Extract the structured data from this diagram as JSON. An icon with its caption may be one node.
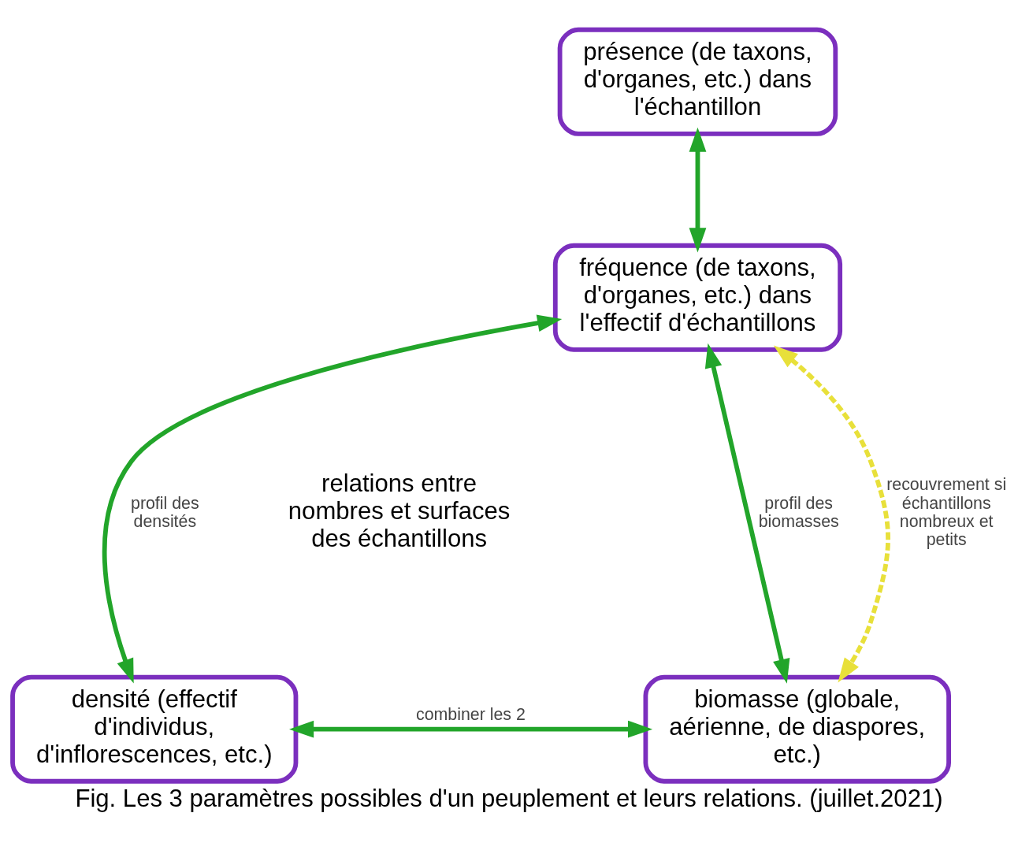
{
  "diagram": {
    "caption": "Fig. Les 3 paramètres possibles d'un peuplement et leurs relations. (juillet.2021)",
    "nodes": [
      {
        "text": [
          "présence (de taxons, d'organes, etc.) dans l'échantillon"
        ]
      },
      {
        "text": [
          "fréquence (de taxons, d'organes, etc.) dans l'effectif d'échantillons"
        ]
      },
      {
        "text": [
          "densité (effectif d'individus, d'inflorescences, etc.)"
        ]
      },
      {
        "text": [
          "biomasse (globale, aérienne, de diaspores, etc.)"
        ]
      }
    ],
    "edges": [
      {
        "from": 0,
        "to": 1,
        "arrow": "both"
      },
      {
        "from": 1,
        "to": 2,
        "arrow": "both",
        "label": "profil des densités"
      },
      {
        "from": 1,
        "to": 3,
        "arrow": "both",
        "label": "profil des biomasses"
      },
      {
        "from": 1,
        "to": 3,
        "arrow": "both",
        "label": "recouvrement si échantillons nombreux et petits",
        "style": "dashed",
        "color": "#e8e03a"
      },
      {
        "from": 2,
        "to": 3,
        "arrow": "both",
        "label": "combiner les 2"
      }
    ],
    "labels": [
      "relations entre nombres et surfaces des échantillons"
    ]
  }
}
